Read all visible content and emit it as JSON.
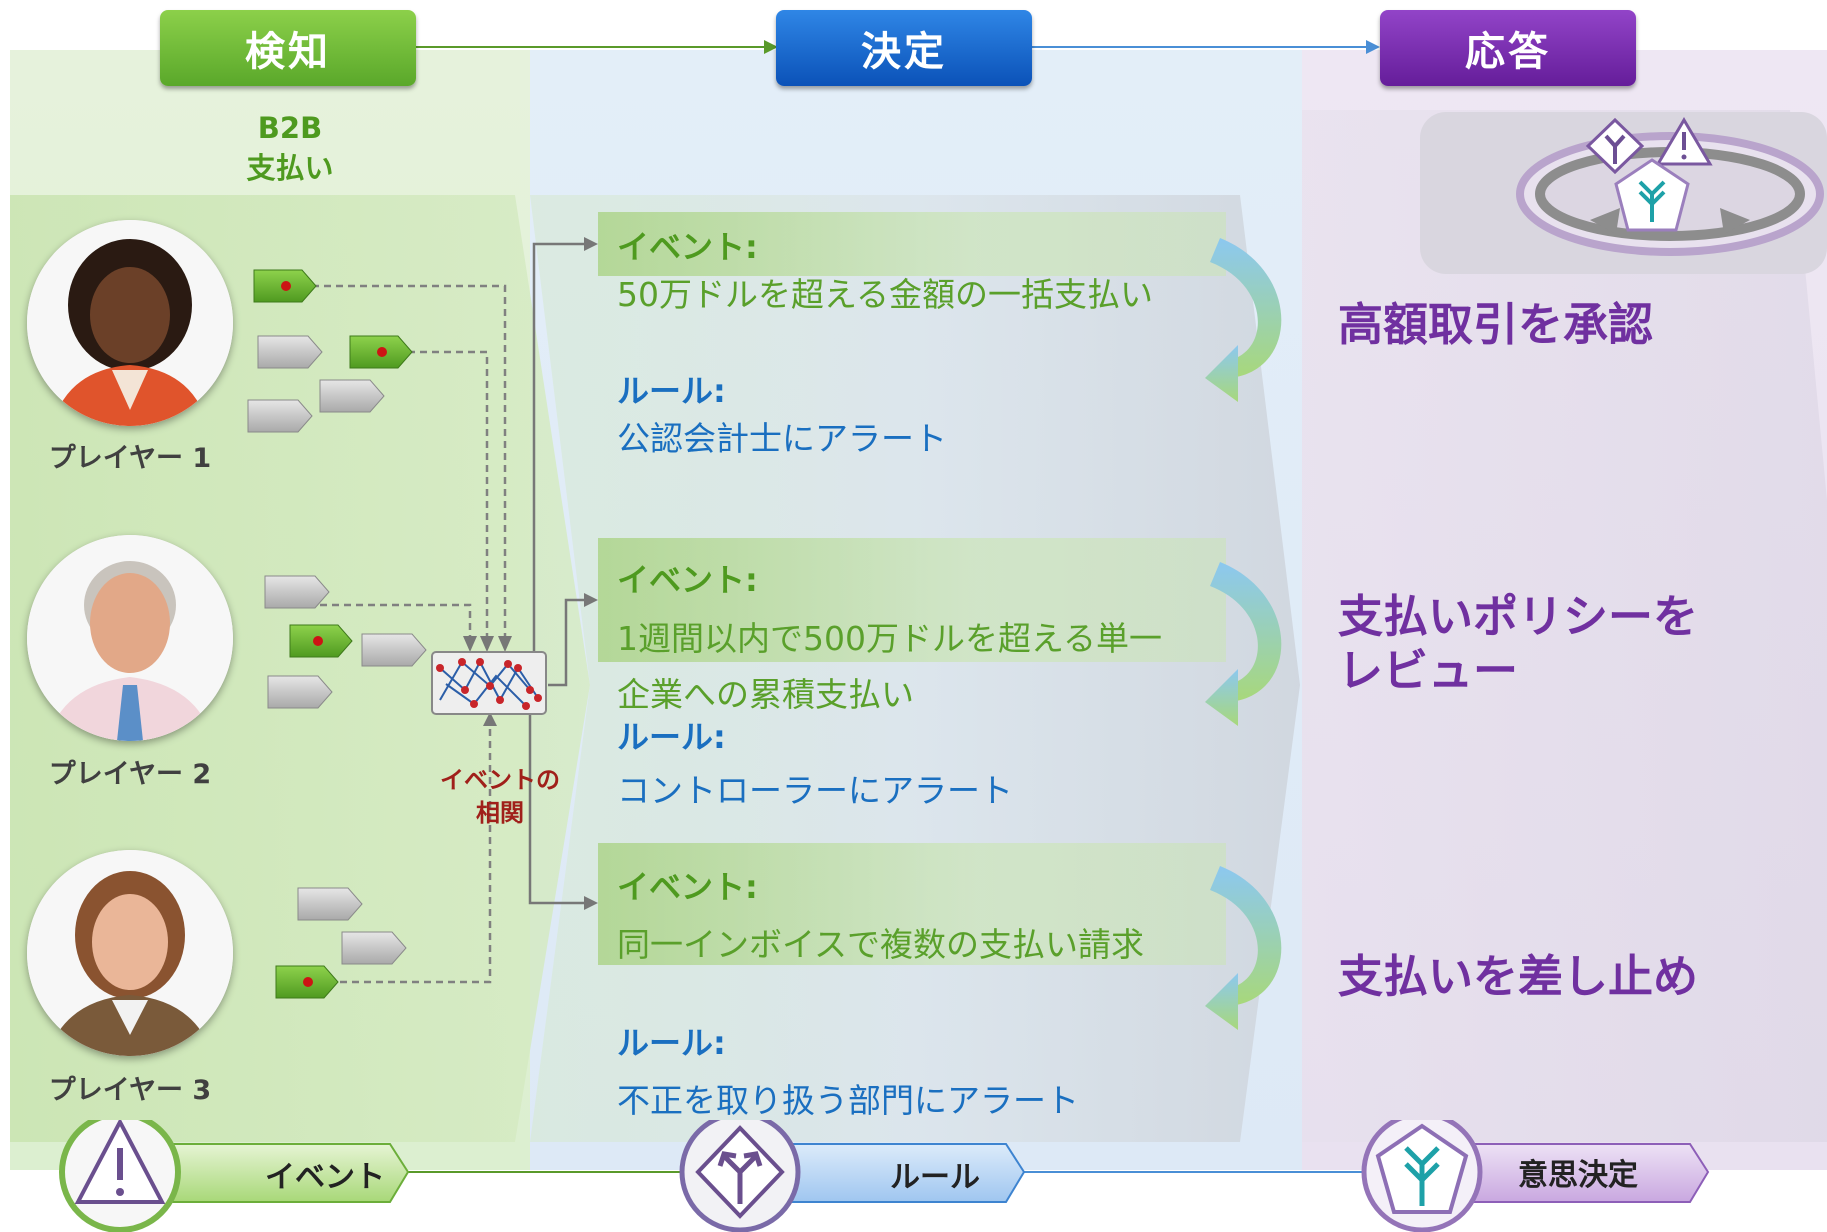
{
  "header": {
    "detect": "検知",
    "decide": "決定",
    "respond": "応答"
  },
  "b2b": {
    "line1": "B2B",
    "line2": "支払い"
  },
  "players": [
    {
      "label": "プレイヤー 1"
    },
    {
      "label": "プレイヤー 2"
    },
    {
      "label": "プレイヤー 3"
    }
  ],
  "correlation_label": {
    "line1": "イベントの",
    "line2": "相関"
  },
  "rules": [
    {
      "event_label": "イベント:",
      "event_text": [
        "50万ドルを超える金額の一括支払い"
      ],
      "rule_label": "ルール:",
      "rule_text": "公認会計士にアラート",
      "outcome": [
        "高額取引を承認"
      ]
    },
    {
      "event_label": "イベント:",
      "event_text": [
        "1週間以内で500万ドルを超える単一",
        "企業への累積支払い"
      ],
      "rule_label": "ルール:",
      "rule_text": "コントローラーにアラート",
      "outcome": [
        "支払いポリシーを",
        "レビュー"
      ]
    },
    {
      "event_label": "イベント:",
      "event_text": [
        "同一インボイスで複数の支払い請求"
      ],
      "rule_label": "ルール:",
      "rule_text": "不正を取り扱う部門にアラート",
      "outcome": [
        "支払いを差し止め"
      ]
    }
  ],
  "bottom": {
    "event": "イベント",
    "rule": "ルール",
    "decision": "意思決定"
  },
  "icons": {
    "event": "warning-triangle-icon",
    "rule": "fork-diamond-icon",
    "decision": "fork-pentagon-icon"
  },
  "colors": {
    "detect": "#6ab42d",
    "decide": "#1464c8",
    "respond": "#7a2aa8",
    "event_text": "#5aa02b",
    "rule_text": "#1a6fc0",
    "outcome_text": "#7030a0"
  }
}
